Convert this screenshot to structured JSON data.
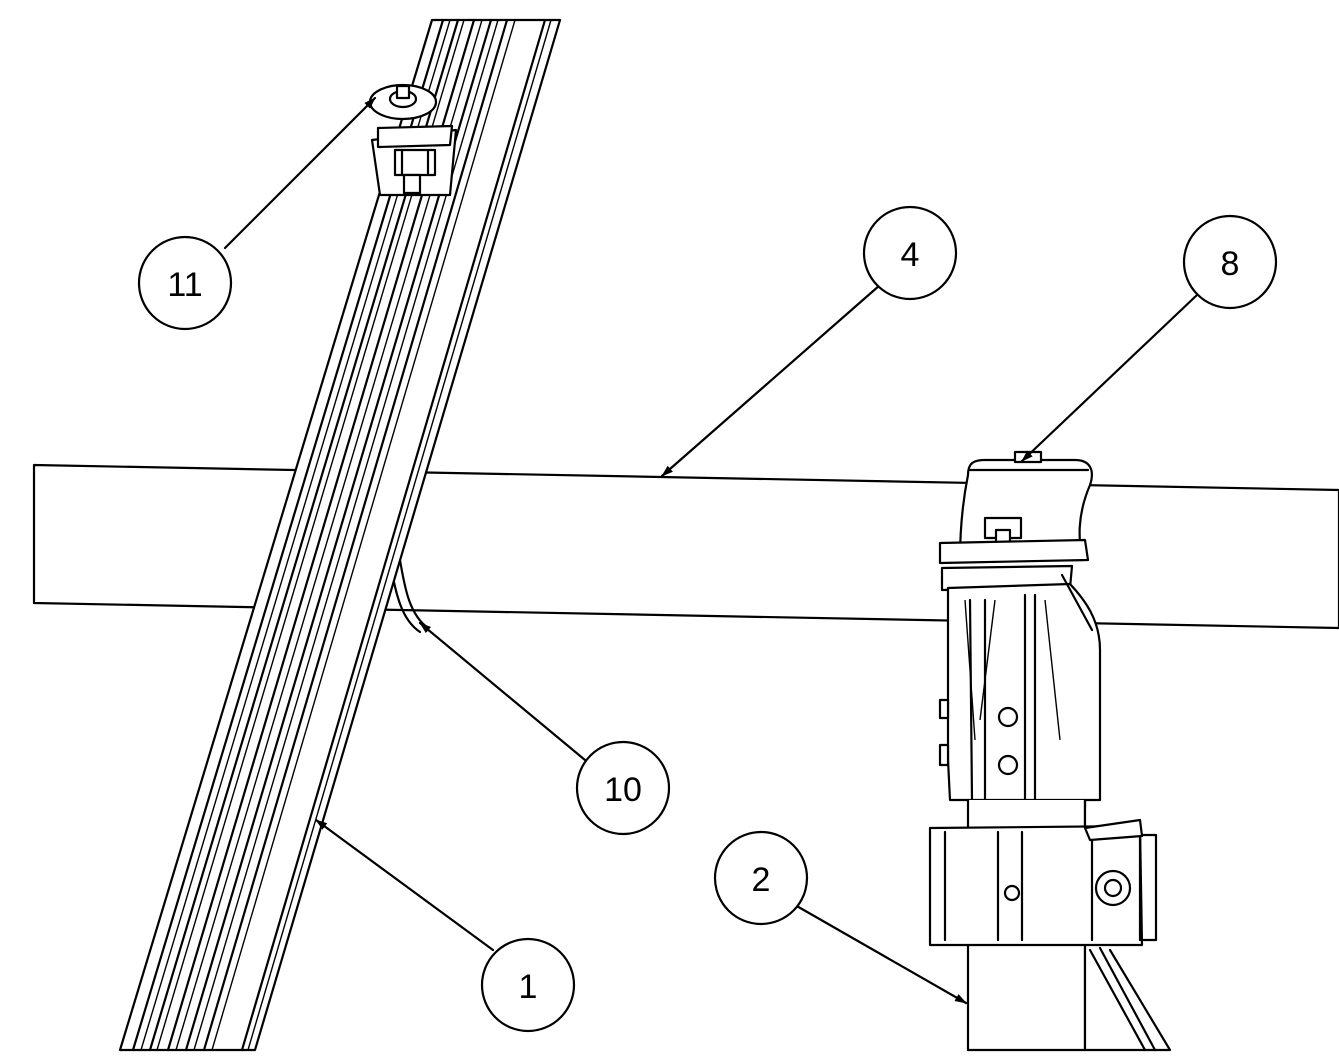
{
  "drawing": {
    "callouts": [
      {
        "id": "11",
        "label": "11"
      },
      {
        "id": "4",
        "label": "4"
      },
      {
        "id": "8",
        "label": "8"
      },
      {
        "id": "10",
        "label": "10"
      },
      {
        "id": "2",
        "label": "2"
      },
      {
        "id": "1",
        "label": "1"
      }
    ],
    "colors": {
      "line": "#000000",
      "background": "#ffffff"
    }
  }
}
